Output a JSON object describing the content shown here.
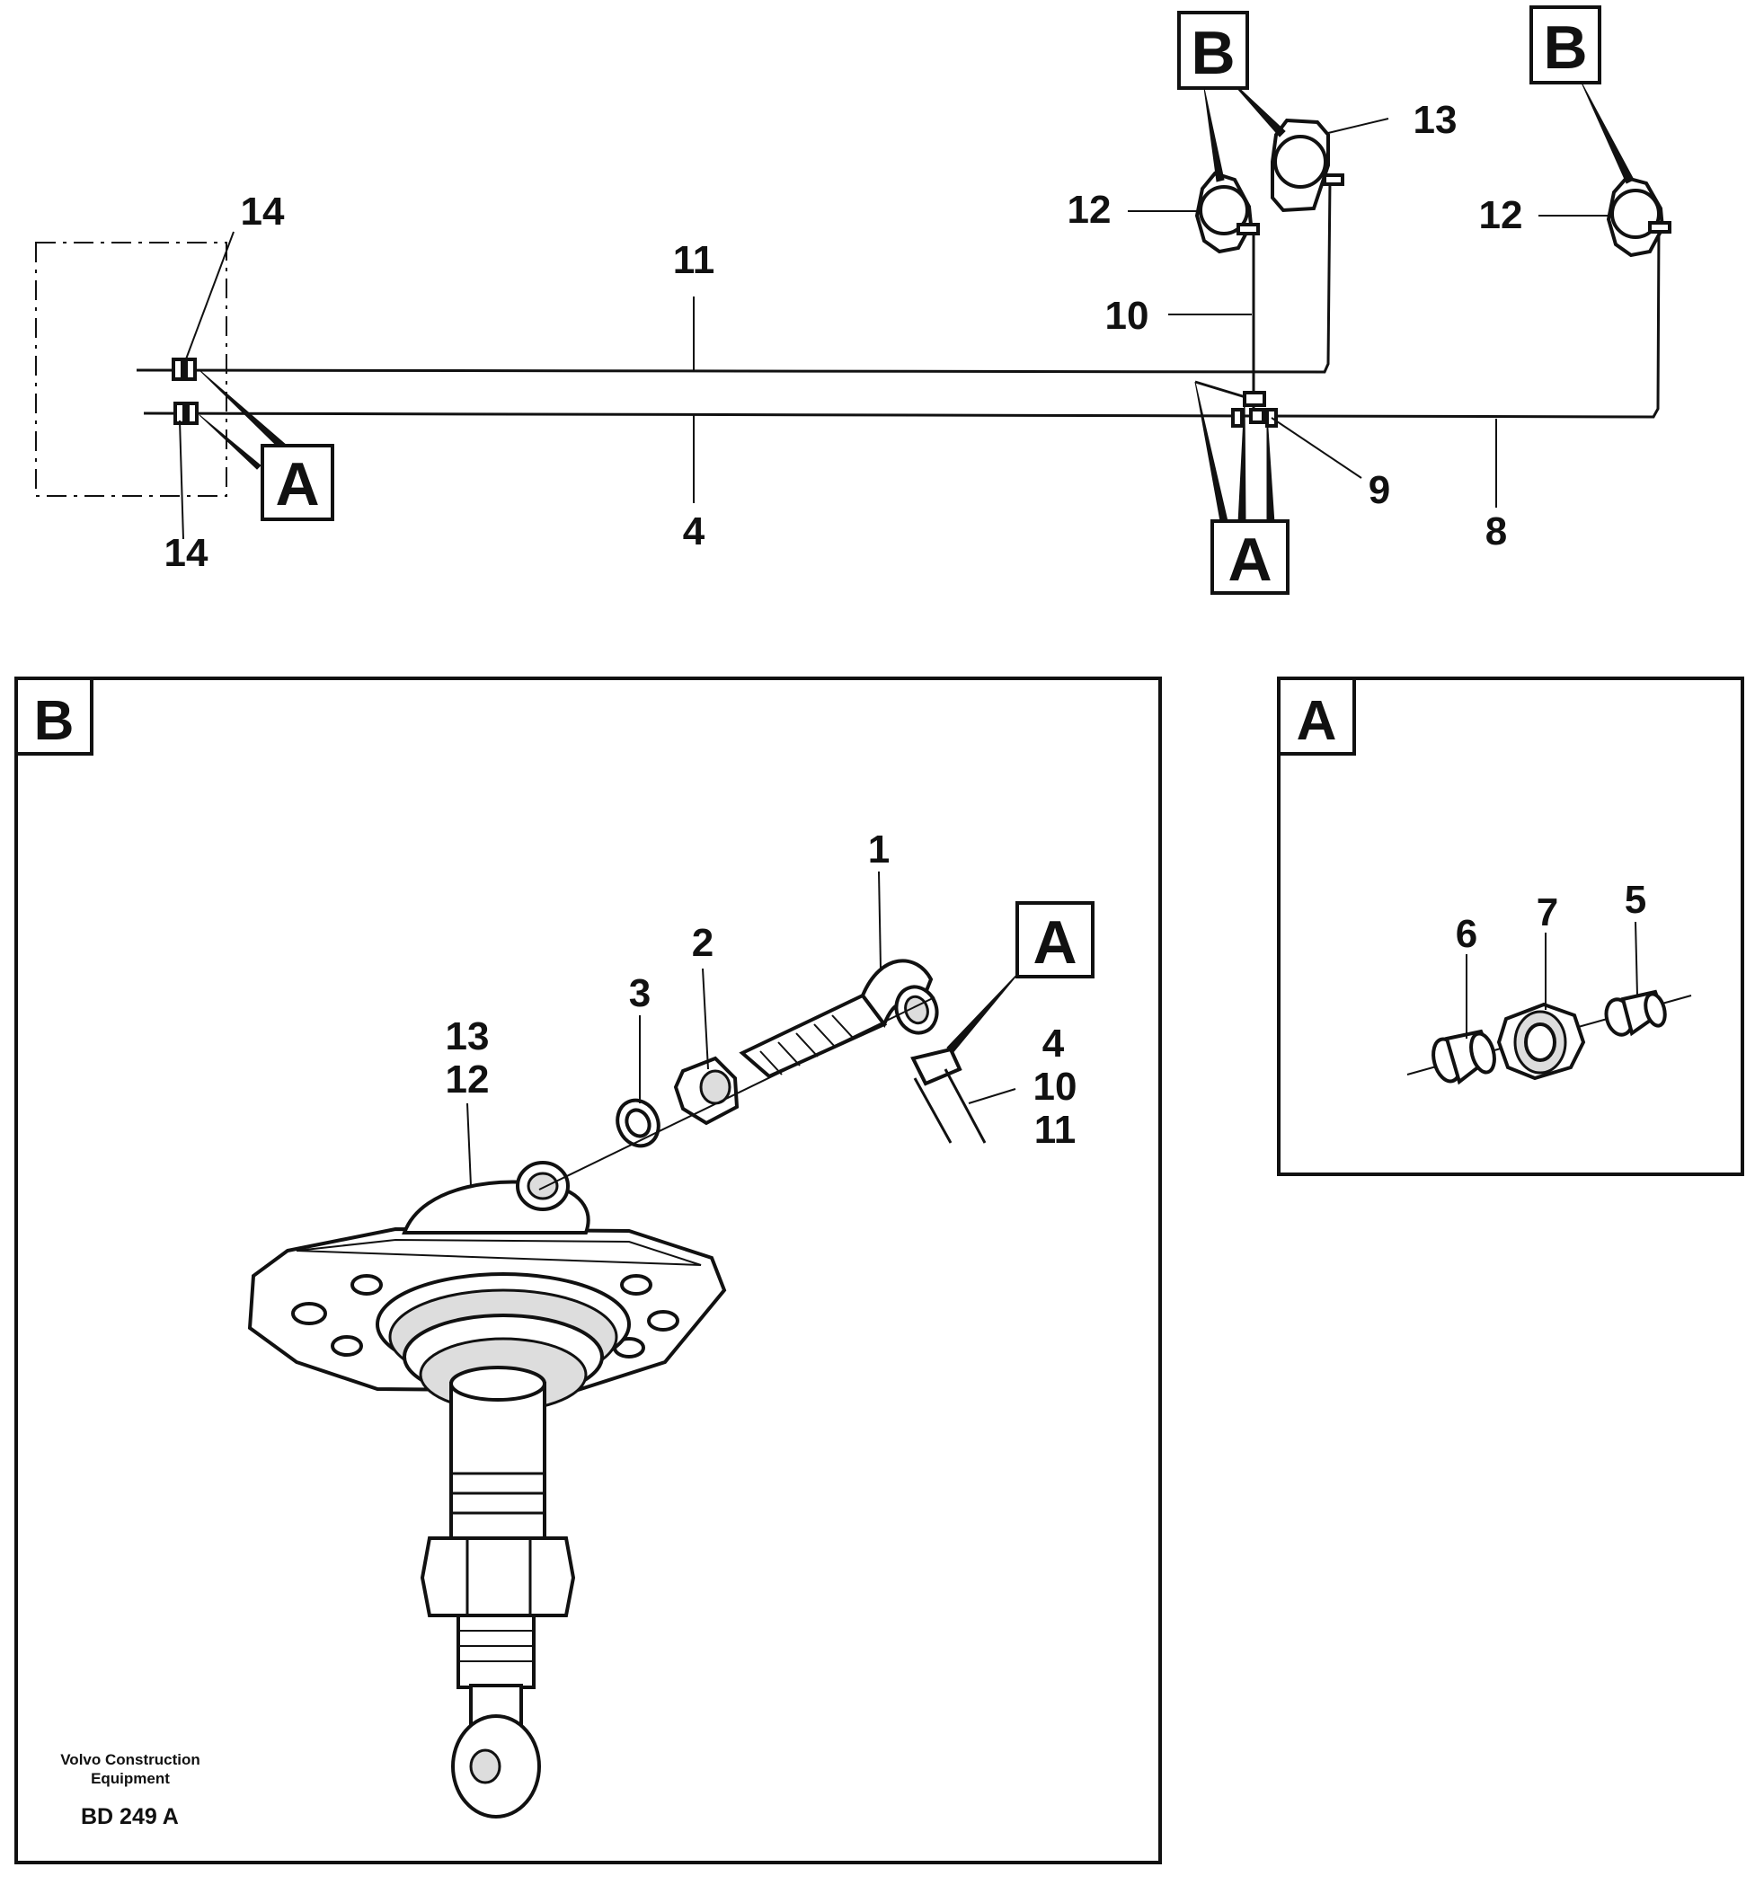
{
  "overview": {
    "callouts": {
      "c14_top": "14",
      "c14_bottom": "14",
      "c11": "11",
      "c4": "4",
      "c12_left": "12",
      "c13": "13",
      "c12_right": "12",
      "c10": "10",
      "c9": "9",
      "c8": "8"
    },
    "refs": {
      "b_left": "B",
      "b_right": "B",
      "a_left": "A",
      "a_mid": "A"
    }
  },
  "detail_b": {
    "label": "B",
    "ref_a": "A",
    "callouts": {
      "c1": "1",
      "c2": "2",
      "c3": "3",
      "c13": "13",
      "c12": "12",
      "c4": "4",
      "c10": "10",
      "c11": "11"
    },
    "credit_line1": "Volvo Construction",
    "credit_line2": "Equipment",
    "drawing_code": "BD 249 A"
  },
  "detail_a": {
    "label": "A",
    "callouts": {
      "c6": "6",
      "c7": "7",
      "c5": "5"
    }
  }
}
